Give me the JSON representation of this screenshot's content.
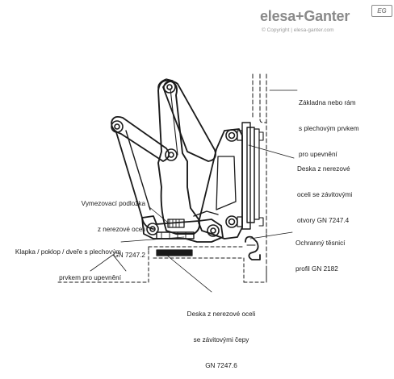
{
  "brand": {
    "name": "elesa+Ganter",
    "copyright": "© Copyright | elesa-ganter.com",
    "badge": "EG"
  },
  "labels": {
    "base_frame": [
      "Základna nebo rám",
      "s plechovým prvkem",
      "pro upevnění"
    ],
    "stainless_plate_threaded_holes": [
      "Deska z nerezové",
      "oceli se závitovými",
      "otvory GN 7247.4"
    ],
    "spacer_washer": [
      "Vymezovací podložka",
      "z nerezové oceli",
      "GN 7247.2"
    ],
    "flap_lid_door": [
      "Klapka / poklop / dveře s plechovým",
      "prvkem pro upevnění"
    ],
    "protective_seal": [
      "Ochranný těsnicí",
      "profil GN 2182"
    ],
    "stainless_plate_threaded_studs": [
      "Deska z nerezové oceli",
      "se závitovými čepy",
      "GN 7247.6"
    ]
  },
  "colors": {
    "line": "#1a1a1a",
    "brand_gray": "#8a8a8a",
    "dash": "#333333"
  }
}
